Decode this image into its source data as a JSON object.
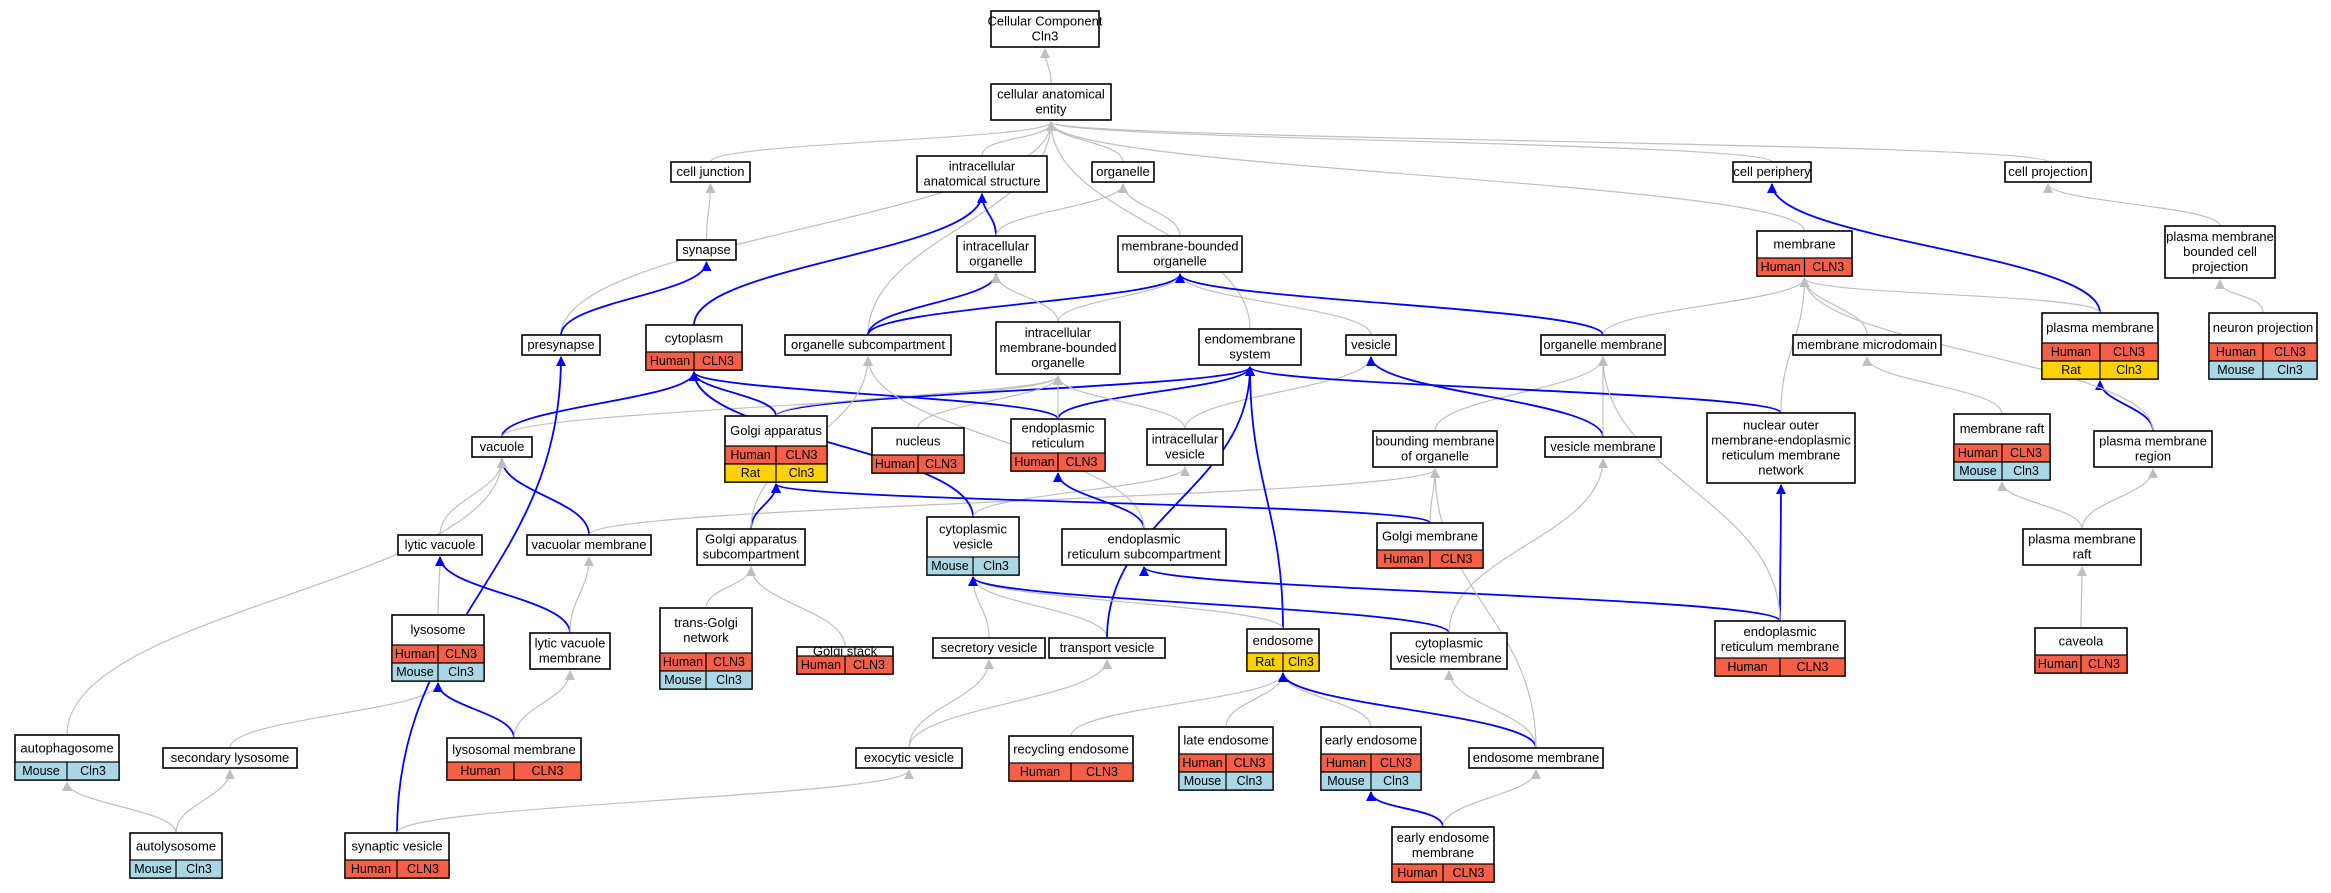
{
  "colors": {
    "Human": "#f65f48",
    "Mouse": "#a9d7e6",
    "Rat": "#fed200",
    "edge_is_a": "#bfbfbf",
    "edge_part_of": "#0000ff",
    "border": "#000000"
  },
  "nodes": {
    "root": {
      "label": [
        "Cellular Component",
        "Cln3"
      ]
    },
    "cae": {
      "label": [
        "cellular anatomical",
        "entity"
      ]
    },
    "celljunc": {
      "label": [
        "cell junction"
      ]
    },
    "ias": {
      "label": [
        "intracellular",
        "anatomical structure"
      ]
    },
    "organelle": {
      "label": [
        "organelle"
      ]
    },
    "cellper": {
      "label": [
        "cell periphery"
      ]
    },
    "cellproj": {
      "label": [
        "cell projection"
      ]
    },
    "synapse": {
      "label": [
        "synapse"
      ]
    },
    "intorg": {
      "label": [
        "intracellular",
        "organelle"
      ]
    },
    "mbo": {
      "label": [
        "membrane-bounded",
        "organelle"
      ]
    },
    "membrane": {
      "label": [
        "membrane"
      ],
      "rows": [
        [
          [
            "Human",
            "CLN3"
          ]
        ]
      ]
    },
    "pmbcp": {
      "label": [
        "plasma membrane",
        "bounded cell",
        "projection"
      ]
    },
    "presynapse": {
      "label": [
        "presynapse"
      ]
    },
    "cytoplasm": {
      "label": [
        "cytoplasm"
      ],
      "rows": [
        [
          [
            "Human",
            "CLN3"
          ]
        ]
      ]
    },
    "orgsub": {
      "label": [
        "organelle subcompartment"
      ]
    },
    "imbo": {
      "label": [
        "intracellular",
        "membrane-bounded",
        "organelle"
      ]
    },
    "endomem": {
      "label": [
        "endomembrane",
        "system"
      ]
    },
    "vesicle": {
      "label": [
        "vesicle"
      ]
    },
    "orgmem": {
      "label": [
        "organelle membrane"
      ]
    },
    "memmicro": {
      "label": [
        "membrane microdomain"
      ]
    },
    "plasmamem": {
      "label": [
        "plasma membrane"
      ],
      "rows": [
        [
          [
            "Human",
            "CLN3"
          ]
        ],
        [
          [
            "Rat",
            "Cln3"
          ]
        ]
      ]
    },
    "neuronproj": {
      "label": [
        "neuron projection"
      ],
      "rows": [
        [
          [
            "Human",
            "CLN3"
          ]
        ],
        [
          [
            "Mouse",
            "Cln3"
          ]
        ]
      ]
    },
    "vacuole": {
      "label": [
        "vacuole"
      ]
    },
    "golgi": {
      "label": [
        "Golgi apparatus"
      ],
      "rows": [
        [
          [
            "Human",
            "CLN3"
          ]
        ],
        [
          [
            "Rat",
            "Cln3"
          ]
        ]
      ]
    },
    "nucleus": {
      "label": [
        "nucleus"
      ],
      "rows": [
        [
          [
            "Human",
            "CLN3"
          ]
        ]
      ]
    },
    "er": {
      "label": [
        "endoplasmic",
        "reticulum"
      ],
      "rows": [
        [
          [
            "Human",
            "CLN3"
          ]
        ]
      ]
    },
    "intves": {
      "label": [
        "intracellular",
        "vesicle"
      ]
    },
    "bmo": {
      "label": [
        "bounding membrane",
        "of organelle"
      ]
    },
    "vesmem": {
      "label": [
        "vesicle membrane"
      ]
    },
    "nomer": {
      "label": [
        "nuclear outer",
        "membrane-endoplasmic",
        "reticulum membrane",
        "network"
      ]
    },
    "memraft": {
      "label": [
        "membrane raft"
      ],
      "rows": [
        [
          [
            "Human",
            "CLN3"
          ]
        ],
        [
          [
            "Mouse",
            "Cln3"
          ]
        ]
      ]
    },
    "pmr": {
      "label": [
        "plasma membrane",
        "region"
      ]
    },
    "lyticvac": {
      "label": [
        "lytic vacuole"
      ]
    },
    "vacmem": {
      "label": [
        "vacuolar membrane"
      ]
    },
    "golgisub": {
      "label": [
        "Golgi apparatus",
        "subcompartment"
      ]
    },
    "cytves": {
      "label": [
        "cytoplasmic",
        "vesicle"
      ],
      "rows": [
        [
          [
            "Mouse",
            "Cln3"
          ]
        ]
      ]
    },
    "ersub": {
      "label": [
        "endoplasmic",
        "reticulum subcompartment"
      ]
    },
    "golgimem": {
      "label": [
        "Golgi membrane"
      ],
      "rows": [
        [
          [
            "Human",
            "CLN3"
          ]
        ]
      ]
    },
    "pmraft": {
      "label": [
        "plasma membrane",
        "raft"
      ]
    },
    "lysosome": {
      "label": [
        "lysosome"
      ],
      "rows": [
        [
          [
            "Human",
            "CLN3"
          ]
        ],
        [
          [
            "Mouse",
            "Cln3"
          ]
        ]
      ]
    },
    "lvm": {
      "label": [
        "lytic vacuole",
        "membrane"
      ]
    },
    "tgn": {
      "label": [
        "trans-Golgi",
        "network"
      ],
      "rows": [
        [
          [
            "Human",
            "CLN3"
          ]
        ],
        [
          [
            "Mouse",
            "Cln3"
          ]
        ]
      ]
    },
    "golgistack": {
      "label": [
        "Golgi stack"
      ],
      "rows": [
        [
          [
            "Human",
            "CLN3"
          ]
        ]
      ]
    },
    "secves": {
      "label": [
        "secretory vesicle"
      ]
    },
    "transves": {
      "label": [
        "transport vesicle"
      ]
    },
    "endosome": {
      "label": [
        "endosome"
      ],
      "rows": [
        [
          [
            "Rat",
            "Cln3"
          ]
        ]
      ]
    },
    "cvm": {
      "label": [
        "cytoplasmic",
        "vesicle membrane"
      ]
    },
    "ermem": {
      "label": [
        "endoplasmic",
        "reticulum membrane"
      ],
      "rows": [
        [
          [
            "Human",
            "CLN3"
          ]
        ]
      ]
    },
    "caveola": {
      "label": [
        "caveola"
      ],
      "rows": [
        [
          [
            "Human",
            "CLN3"
          ]
        ]
      ]
    },
    "autophago": {
      "label": [
        "autophagosome"
      ],
      "rows": [
        [
          [
            "Mouse",
            "Cln3"
          ]
        ]
      ]
    },
    "seclys": {
      "label": [
        "secondary lysosome"
      ]
    },
    "lysmem": {
      "label": [
        "lysosomal membrane"
      ],
      "rows": [
        [
          [
            "Human",
            "CLN3"
          ]
        ]
      ]
    },
    "exoves": {
      "label": [
        "exocytic vesicle"
      ]
    },
    "recend": {
      "label": [
        "recycling endosome"
      ],
      "rows": [
        [
          [
            "Human",
            "CLN3"
          ]
        ]
      ]
    },
    "lateend": {
      "label": [
        "late endosome"
      ],
      "rows": [
        [
          [
            "Human",
            "CLN3"
          ]
        ],
        [
          [
            "Mouse",
            "Cln3"
          ]
        ]
      ]
    },
    "earlyend": {
      "label": [
        "early endosome"
      ],
      "rows": [
        [
          [
            "Human",
            "CLN3"
          ]
        ],
        [
          [
            "Mouse",
            "Cln3"
          ]
        ]
      ]
    },
    "endomemb": {
      "label": [
        "endosome membrane"
      ]
    },
    "autolys": {
      "label": [
        "autolysosome"
      ],
      "rows": [
        [
          [
            "Mouse",
            "Cln3"
          ]
        ]
      ]
    },
    "synves": {
      "label": [
        "synaptic vesicle"
      ],
      "rows": [
        [
          [
            "Human",
            "CLN3"
          ]
        ]
      ]
    },
    "eem": {
      "label": [
        "early endosome",
        "membrane"
      ],
      "rows": [
        [
          [
            "Human",
            "CLN3"
          ]
        ]
      ]
    }
  },
  "edges": [
    [
      "cae",
      "root",
      "g"
    ],
    [
      "celljunc",
      "cae",
      "g"
    ],
    [
      "ias",
      "cae",
      "g"
    ],
    [
      "organelle",
      "cae",
      "g"
    ],
    [
      "cellper",
      "cae",
      "g"
    ],
    [
      "cellproj",
      "cae",
      "g"
    ],
    [
      "presynapse",
      "cae",
      "g"
    ],
    [
      "orgsub",
      "cae",
      "g"
    ],
    [
      "endomem",
      "cae",
      "g"
    ],
    [
      "membrane",
      "cae",
      "g"
    ],
    [
      "synapse",
      "celljunc",
      "g"
    ],
    [
      "intorg",
      "ias",
      "b"
    ],
    [
      "intorg",
      "organelle",
      "g"
    ],
    [
      "mbo",
      "organelle",
      "g"
    ],
    [
      "pmbcp",
      "cellproj",
      "g"
    ],
    [
      "neuronproj",
      "pmbcp",
      "g"
    ],
    [
      "presynapse",
      "synapse",
      "b"
    ],
    [
      "cytoplasm",
      "ias",
      "b"
    ],
    [
      "orgsub",
      "intorg",
      "b"
    ],
    [
      "orgsub",
      "mbo",
      "b"
    ],
    [
      "imbo",
      "intorg",
      "g"
    ],
    [
      "imbo",
      "mbo",
      "g"
    ],
    [
      "vesicle",
      "mbo",
      "g"
    ],
    [
      "orgmem",
      "mbo",
      "b"
    ],
    [
      "orgmem",
      "membrane",
      "g"
    ],
    [
      "memmicro",
      "membrane",
      "g"
    ],
    [
      "plasmamem",
      "cellper",
      "b"
    ],
    [
      "plasmamem",
      "membrane",
      "g"
    ],
    [
      "vacuole",
      "cytoplasm",
      "b"
    ],
    [
      "vacuole",
      "imbo",
      "g"
    ],
    [
      "golgi",
      "cytoplasm",
      "b"
    ],
    [
      "golgi",
      "endomem",
      "b"
    ],
    [
      "golgi",
      "imbo",
      "g"
    ],
    [
      "nucleus",
      "imbo",
      "g"
    ],
    [
      "er",
      "cytoplasm",
      "b"
    ],
    [
      "er",
      "endomem",
      "b"
    ],
    [
      "er",
      "imbo",
      "g"
    ],
    [
      "intves",
      "imbo",
      "g"
    ],
    [
      "intves",
      "vesicle",
      "g"
    ],
    [
      "bmo",
      "orgmem",
      "g"
    ],
    [
      "vesmem",
      "vesicle",
      "b"
    ],
    [
      "vesmem",
      "orgmem",
      "g"
    ],
    [
      "nomer",
      "endomem",
      "b"
    ],
    [
      "nomer",
      "membrane",
      "g"
    ],
    [
      "memraft",
      "memmicro",
      "g"
    ],
    [
      "pmr",
      "plasmamem",
      "b"
    ],
    [
      "pmr",
      "membrane",
      "g"
    ],
    [
      "lyticvac",
      "vacuole",
      "g"
    ],
    [
      "vacmem",
      "vacuole",
      "b"
    ],
    [
      "vacmem",
      "bmo",
      "g"
    ],
    [
      "golgisub",
      "golgi",
      "b"
    ],
    [
      "golgisub",
      "orgsub",
      "g"
    ],
    [
      "cytves",
      "cytoplasm",
      "b"
    ],
    [
      "cytves",
      "intves",
      "g"
    ],
    [
      "ersub",
      "er",
      "b"
    ],
    [
      "ersub",
      "orgsub",
      "g"
    ],
    [
      "golgimem",
      "golgi",
      "b"
    ],
    [
      "golgimem",
      "bmo",
      "g"
    ],
    [
      "pmraft",
      "memraft",
      "g"
    ],
    [
      "pmraft",
      "pmr",
      "g"
    ],
    [
      "lysosome",
      "lyticvac",
      "g"
    ],
    [
      "lvm",
      "lyticvac",
      "b"
    ],
    [
      "lvm",
      "vacmem",
      "g"
    ],
    [
      "tgn",
      "golgisub",
      "g"
    ],
    [
      "golgistack",
      "golgisub",
      "g"
    ],
    [
      "secves",
      "cytves",
      "g"
    ],
    [
      "transves",
      "cytves",
      "g"
    ],
    [
      "transves",
      "endomem",
      "b"
    ],
    [
      "endosome",
      "endomem",
      "b"
    ],
    [
      "endosome",
      "cytves",
      "g"
    ],
    [
      "cvm",
      "cytves",
      "b"
    ],
    [
      "cvm",
      "vesmem",
      "g"
    ],
    [
      "ermem",
      "ersub",
      "b"
    ],
    [
      "ermem",
      "nomer",
      "b"
    ],
    [
      "ermem",
      "orgmem",
      "g"
    ],
    [
      "caveola",
      "pmraft",
      "g"
    ],
    [
      "autophago",
      "vacuole",
      "g"
    ],
    [
      "seclys",
      "lysosome",
      "g"
    ],
    [
      "lysmem",
      "lysosome",
      "b"
    ],
    [
      "lysmem",
      "lvm",
      "g"
    ],
    [
      "exoves",
      "secves",
      "g"
    ],
    [
      "exoves",
      "transves",
      "g"
    ],
    [
      "recend",
      "endosome",
      "g"
    ],
    [
      "lateend",
      "endosome",
      "g"
    ],
    [
      "earlyend",
      "endosome",
      "g"
    ],
    [
      "endomemb",
      "endosome",
      "b"
    ],
    [
      "endomemb",
      "cvm",
      "g"
    ],
    [
      "endomemb",
      "bmo",
      "g"
    ],
    [
      "autolys",
      "autophago",
      "g"
    ],
    [
      "autolys",
      "seclys",
      "g"
    ],
    [
      "synves",
      "presynapse",
      "b"
    ],
    [
      "synves",
      "exoves",
      "g"
    ],
    [
      "eem",
      "earlyend",
      "b"
    ],
    [
      "eem",
      "endomemb",
      "g"
    ]
  ]
}
